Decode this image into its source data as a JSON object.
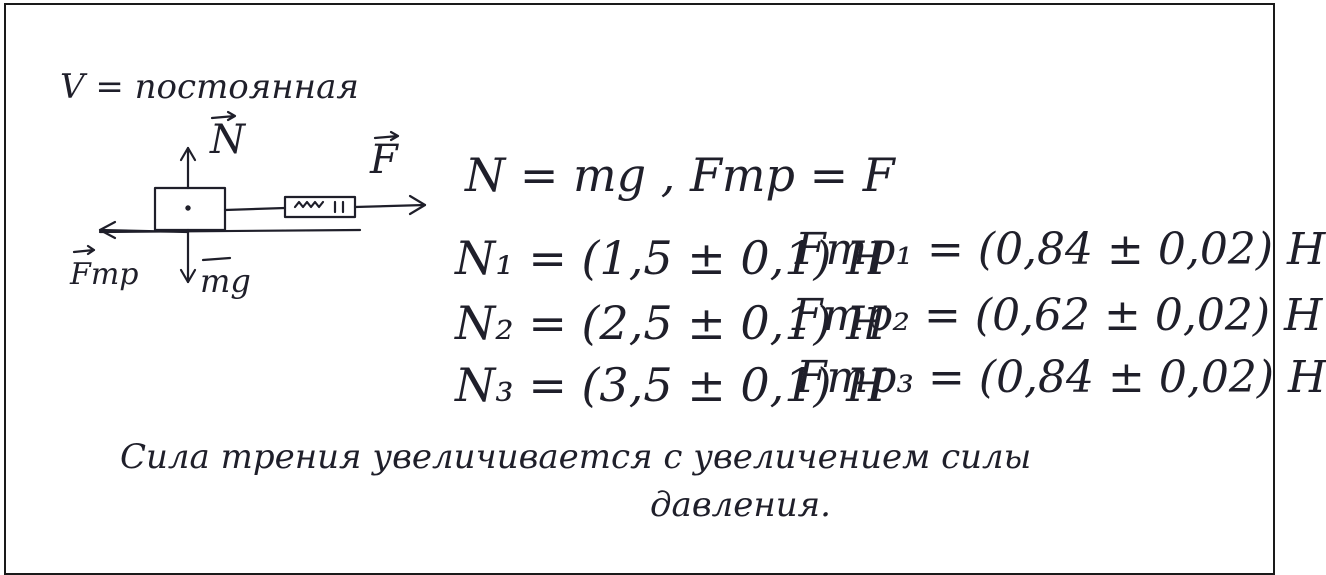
{
  "heading": "V = постоянная",
  "diagram": {
    "label_n": "N",
    "label_f": "F",
    "label_ftr": "Fтр",
    "label_mg": "mg"
  },
  "equations": {
    "main": "N = mg ,  Fтр = F",
    "rows": [
      {
        "n": "N₁ = (1,5 ± 0,1) H",
        "f": "Fтр₁ = (0,84 ± 0,02) H"
      },
      {
        "n": "N₂ = (2,5 ± 0,1) H",
        "f": "Fтр₂ = (0,62 ± 0,02) H"
      },
      {
        "n": "N₃ = (3,5 ± 0,1) H",
        "f": "Fтр₃ = (0,84 ± 0,02) H"
      }
    ]
  },
  "conclusion": {
    "line1": "Сила трения увеличивается с увеличением силы",
    "line2": "давления."
  }
}
